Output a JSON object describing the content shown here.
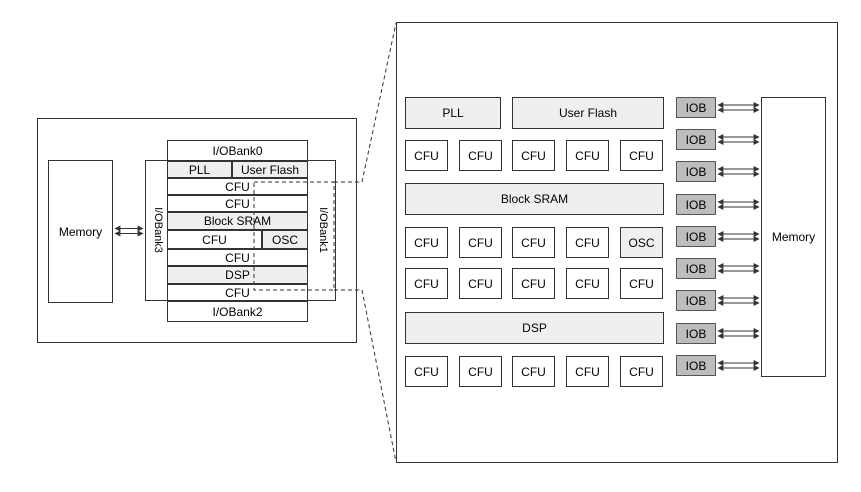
{
  "overview": {
    "memory": "Memory",
    "iobank0": "I/OBank0",
    "iobank1": "I/OBank1",
    "iobank2": "I/OBank2",
    "iobank3": "I/OBank3",
    "pll": "PLL",
    "user_flash": "User Flash",
    "cfu": "CFU",
    "block_sram": "Block SRAM",
    "osc": "OSC",
    "dsp": "DSP"
  },
  "detail": {
    "pll": "PLL",
    "user_flash": "User Flash",
    "cfu": "CFU",
    "block_sram": "Block SRAM",
    "osc": "OSC",
    "dsp": "DSP",
    "iob": "IOB",
    "memory": "Memory"
  }
}
